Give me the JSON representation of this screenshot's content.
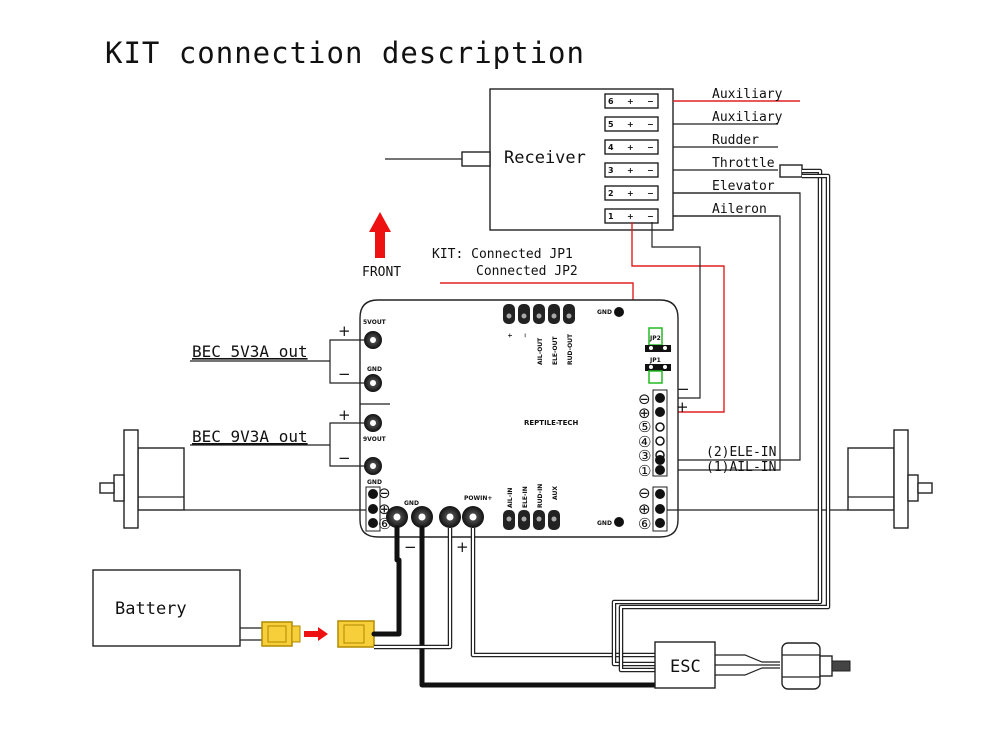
{
  "title": "KIT connection description",
  "receiver": {
    "label": "Receiver",
    "channels": [
      {
        "num": "6",
        "plus": "+",
        "minus": "−",
        "name": "Auxiliary"
      },
      {
        "num": "5",
        "plus": "+",
        "minus": "−",
        "name": "Auxiliary"
      },
      {
        "num": "4",
        "plus": "+",
        "minus": "−",
        "name": "Rudder"
      },
      {
        "num": "3",
        "plus": "+",
        "minus": "−",
        "name": "Throttle"
      },
      {
        "num": "2",
        "plus": "+",
        "minus": "−",
        "name": "Elevator"
      },
      {
        "num": "1",
        "plus": "+",
        "minus": "−",
        "name": "Aileron"
      }
    ]
  },
  "front_label": "FRONT",
  "kit_note": {
    "line1": "KIT: Connected JP1",
    "line2": "Connected JP2"
  },
  "bec_5v": "BEC 5V3A out",
  "bec_9v": "BEC 9V3A out",
  "board": {
    "brand": "REPTILE-TECH",
    "labels": {
      "out5v": "5VOUT",
      "gnd1": "GND",
      "out9v": "9VOUT",
      "gnd2": "GND",
      "gnd_top": "GND",
      "gnd_bottom": "GND",
      "gnd_power": "GND",
      "powin": "POWIN+",
      "jp2": "JP2",
      "jp1": "JP1"
    },
    "top_headers": [
      "+",
      "−",
      "AIL-OUT",
      "ELE-OUT",
      "RUD-OUT"
    ],
    "bottom_headers": [
      "AIL-IN",
      "ELE-IN",
      "RUD-IN",
      "AUX"
    ],
    "right_pins": [
      "⊖",
      "⊕",
      "⑤",
      "④",
      "③",
      "②",
      "①",
      "⊖",
      "⊕",
      "⑥"
    ],
    "left_pins": [
      "⊖",
      "⊕",
      "⑥"
    ],
    "ele_in": "(2)ELE-IN",
    "ail_in": "(1)AIL-IN"
  },
  "battery_label": "Battery",
  "esc_label": "ESC",
  "signs": {
    "plus": "+",
    "minus": "−"
  },
  "colors": {
    "red_wire": "#e02020",
    "arrow_red": "#ee1111",
    "jumper_green": "#22bb22",
    "connector_yellow": "#f2c200"
  }
}
